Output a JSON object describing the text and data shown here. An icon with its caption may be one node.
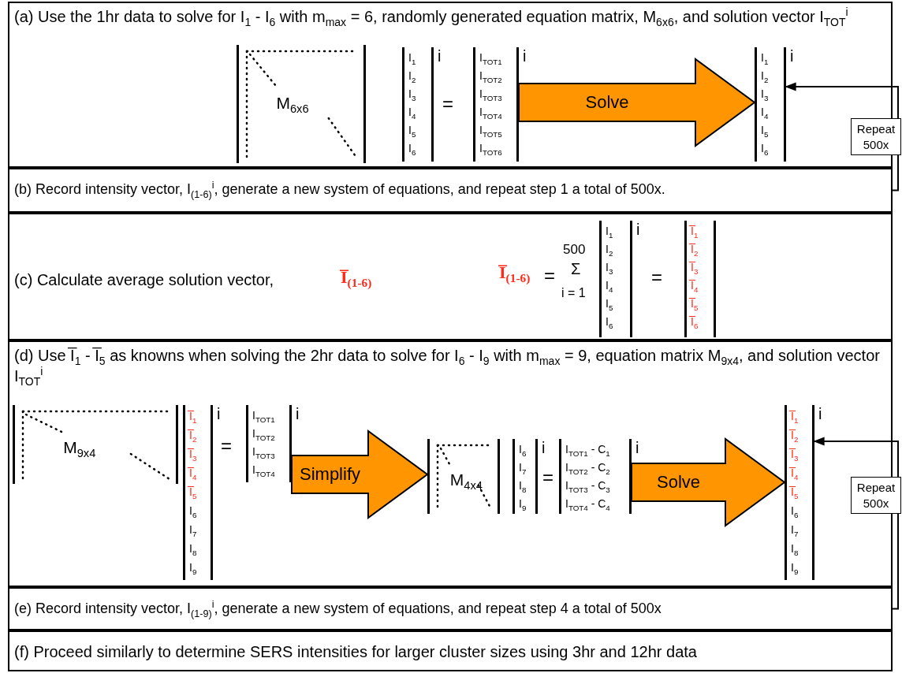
{
  "diagram": {
    "nodes": [
      {
        "text": [
          "(a) Use the 1hr data to solve for I$_{1}$ - I$_{6}$ with m$_{max}$ = 6, randomly generated equation matrix, M$_{6x6}$, and solution vector I$_{TOT}$$^{i}$"
        ]
      },
      {
        "text": [
          "M$_{6x6}$"
        ],
        "in": 0
      },
      {
        "text": [
          "I$_{1}$",
          "I$_{2}$",
          "I$_{3}$",
          "I$_{4}$",
          "I$_{5}$",
          "I$_{6}$"
        ],
        "beside": [
          "i"
        ],
        "in": 0
      },
      {
        "text": [
          "I$_{TOT1}$",
          "I$_{TOT2}$",
          "I$_{TOT3}$",
          "I$_{TOT4}$",
          "I$_{TOT5}$",
          "I$_{TOT6}$"
        ],
        "beside": [
          "i"
        ],
        "in": 0
      },
      {
        "text": [
          "I$_{1}$",
          "I$_{2}$",
          "I$_{3}$",
          "I$_{4}$",
          "I$_{5}$",
          "I$_{6}$"
        ],
        "beside": [
          "i"
        ],
        "in": 0
      },
      {
        "text": [
          "(b) Record intensity vector, I$_{(1-6)}$$^{i}$, generate a new system of equations, and repeat step 1 a total of 500x."
        ]
      },
      {
        "text": [
          "(c) Calculate average solution vector,",
          "I̅$_{(1-6)}$"
        ]
      },
      {
        "text": [
          "I$_{1}$",
          "I$_{2}$",
          "I$_{3}$",
          "I$_{4}$",
          "I$_{5}$",
          "I$_{6}$"
        ],
        "beside": [
          "i"
        ],
        "in": 6
      },
      {
        "text": [
          "I̅$_{1}$",
          "I̅$_{2}$",
          "I̅$_{3}$",
          "I̅$_{4}$",
          "I̅$_{5}$",
          "I̅$_{6}$"
        ],
        "in": 6
      },
      {
        "text": [
          "(d) Use I̅$_{1}$ - I̅$_{5}$ as knowns when solving the 2hr data to solve for I$_{6}$ - I$_{9}$ with m$_{max}$ = 9, equation matrix M$_{9x4}$, and solution vector I$_{TOT}$$^{i}$"
        ]
      },
      {
        "text": [
          "M$_{9x4}$"
        ],
        "in": 9
      },
      {
        "text": [
          "I̅$_{1}$",
          "I̅$_{2}$",
          "I̅$_{3}$",
          "I̅$_{4}$",
          "I̅$_{5}$",
          "I$_{6}$",
          "I$_{7}$",
          "I$_{8}$",
          "I$_{9}$"
        ],
        "beside": [
          "i"
        ],
        "in": 9
      },
      {
        "text": [
          "I$_{TOT1}$",
          "I$_{TOT2}$",
          "I$_{TOT3}$",
          "I$_{TOT4}$"
        ],
        "beside": [
          "i"
        ],
        "in": 9
      },
      {
        "text": [
          "M$_{4x4}$"
        ],
        "in": 9
      },
      {
        "text": [
          "I$_{6}$",
          "I$_{7}$",
          "I$_{8}$",
          "I$_{9}$"
        ],
        "beside": [
          "i"
        ],
        "in": 9
      },
      {
        "text": [
          "I$_{TOT1}$ - C$_{1}$",
          "I$_{TOT2}$ - C$_{2}$",
          "I$_{TOT3}$ - C$_{3}$",
          "I$_{TOT4}$ - C$_{4}$"
        ],
        "beside": [
          "i"
        ],
        "in": 9
      },
      {
        "text": [
          "I̅$_{1}$",
          "I̅$_{2}$",
          "I̅$_{3}$",
          "I̅$_{4}$",
          "I̅$_{5}$",
          "I$_{6}$",
          "I$_{7}$",
          "I$_{8}$",
          "I$_{9}$"
        ],
        "beside": [
          "i"
        ],
        "in": 9
      },
      {
        "text": [
          "(e) Record intensity vector, I$_{(1-9)}$$^{i}$, generate a new system of equations, and repeat step 4 a total of 500x"
        ]
      },
      {
        "text": [
          "(f) Proceed similarly to determine SERS intensities for larger cluster sizes using 3hr and 12hr data"
        ]
      }
    ],
    "edges": [
      {
        "from": 3,
        "to": 4,
        "arrow": "to",
        "label": "Solve"
      },
      {
        "from": 5,
        "to": 4,
        "arrow": "to",
        "label": "Repeat 500x"
      },
      {
        "from": 12,
        "to": 13,
        "arrow": "to",
        "label": "Simplify"
      },
      {
        "from": 15,
        "to": 16,
        "arrow": "to",
        "label": "Solve"
      },
      {
        "from": 17,
        "to": 16,
        "arrow": "to",
        "label": "Repeat 500x"
      }
    ],
    "labels": [
      "=",
      "I̅$_{(1-6)}$",
      "=",
      "500",
      "Σ",
      "i = 1",
      "=",
      "=",
      "="
    ]
  }
}
